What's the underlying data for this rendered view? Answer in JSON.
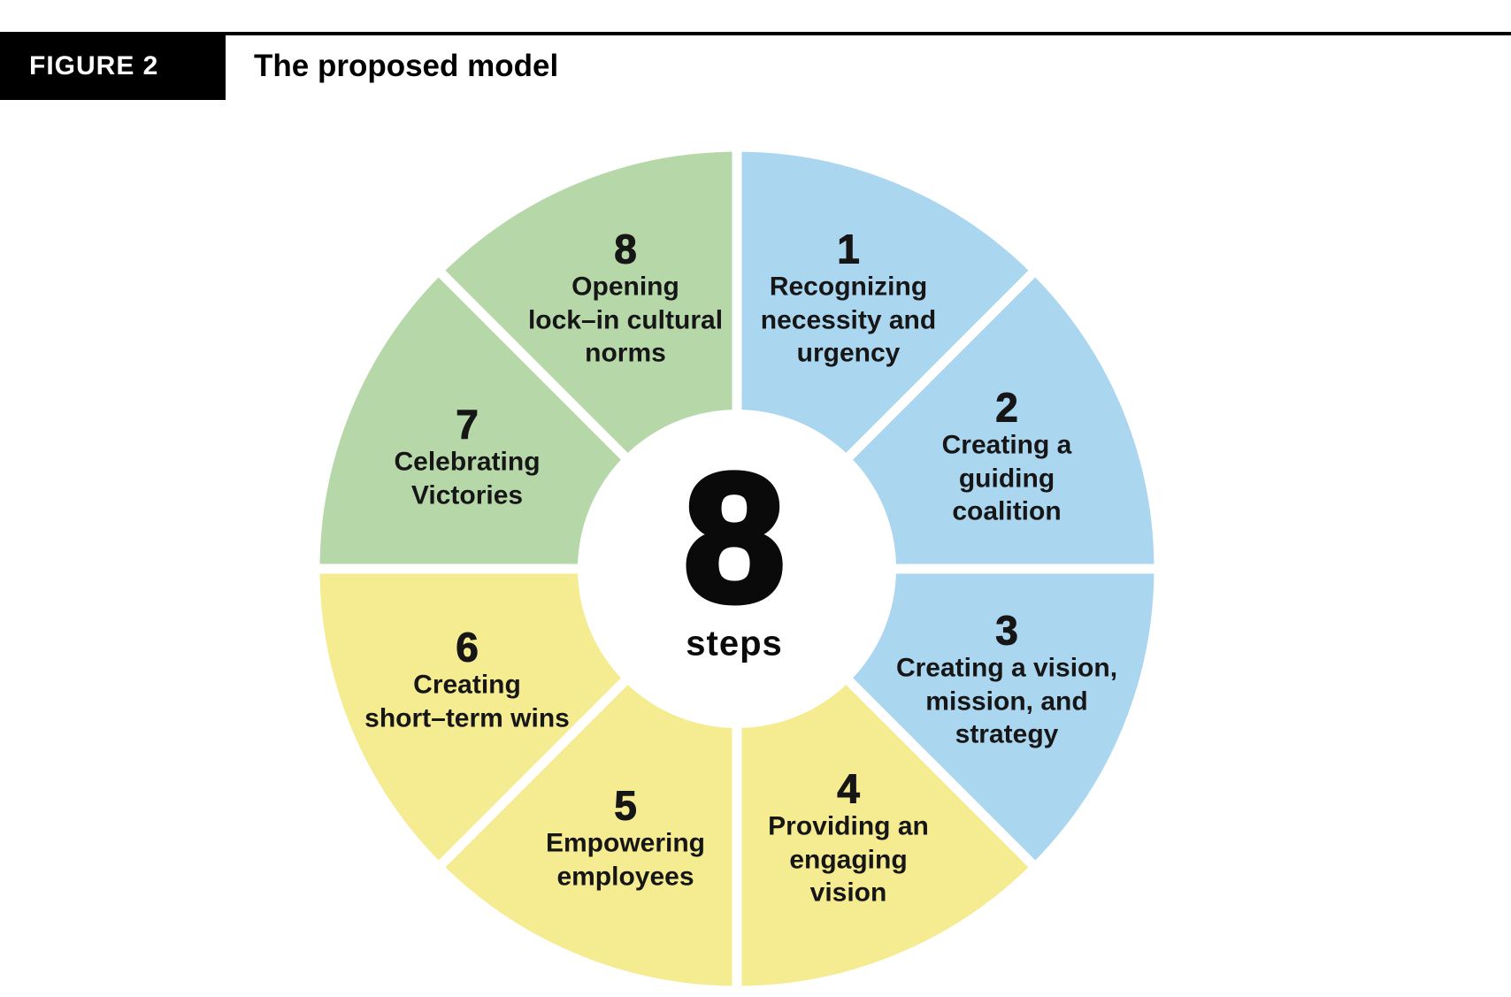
{
  "figure_header": {
    "label": "FIGURE 2",
    "title": "The proposed model"
  },
  "wheel": {
    "center": {
      "number": "8",
      "caption": "steps"
    },
    "palette": {
      "blue": "#abd6f0",
      "yellow": "#f5eb91",
      "green": "#b6d8a9"
    },
    "segments": [
      {
        "number": "1",
        "text": "Recognizing\nnecessity and\nurgency",
        "color": "#abd6f0"
      },
      {
        "number": "2",
        "text": "Creating a\nguiding\ncoalition",
        "color": "#abd6f0"
      },
      {
        "number": "3",
        "text": "Creating a vision,\nmission, and\nstrategy",
        "color": "#abd6f0"
      },
      {
        "number": "4",
        "text": "Providing an\nengaging\nvision",
        "color": "#f5eb91"
      },
      {
        "number": "5",
        "text": "Empowering\nemployees",
        "color": "#f5eb91"
      },
      {
        "number": "6",
        "text": "Creating\nshort–term wins",
        "color": "#f5eb91"
      },
      {
        "number": "7",
        "text": "Celebrating\nVictories",
        "color": "#b6d8a9"
      },
      {
        "number": "8",
        "text": "Opening\nlock–in cultural\nnorms",
        "color": "#b6d8a9"
      }
    ]
  }
}
